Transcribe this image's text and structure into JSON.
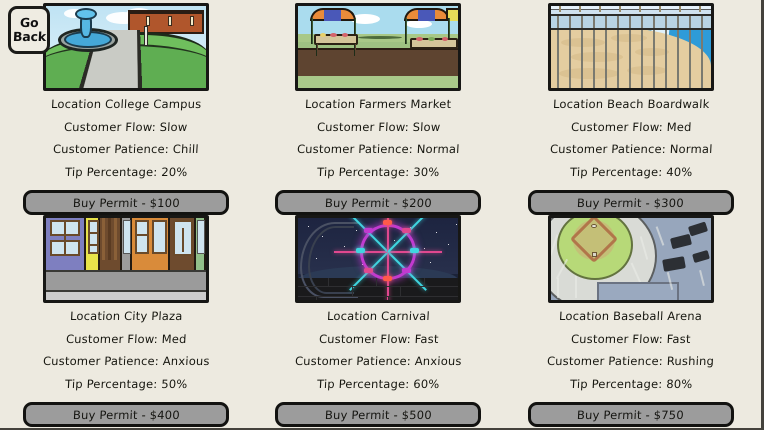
{
  "nav": {
    "back_line1": "Go",
    "back_line2": "Back"
  },
  "locations": [
    {
      "thumb": "college-campus-thumbnail",
      "name": "Location College Campus",
      "flow": "Customer Flow: Slow",
      "patience": "Customer Patience: Chill",
      "tip": "Tip Percentage: 20%",
      "buy": "Buy Permit - $100"
    },
    {
      "thumb": "farmers-market-thumbnail",
      "name": "Location Farmers Market",
      "flow": "Customer Flow: Slow",
      "patience": "Customer Patience: Normal",
      "tip": "Tip Percentage: 30%",
      "buy": "Buy Permit - $200"
    },
    {
      "thumb": "beach-boardwalk-thumbnail",
      "name": "Location Beach Boardwalk",
      "flow": "Customer Flow: Med",
      "patience": "Customer Patience: Normal",
      "tip": "Tip Percentage: 40%",
      "buy": "Buy Permit - $300"
    },
    {
      "thumb": "city-plaza-thumbnail",
      "name": "Location City Plaza",
      "flow": "Customer Flow: Med",
      "patience": "Customer Patience: Anxious",
      "tip": "Tip Percentage: 50%",
      "buy": "Buy Permit - $400"
    },
    {
      "thumb": "carnival-thumbnail",
      "name": "Location Carnival",
      "flow": "Customer Flow: Fast",
      "patience": "Customer Patience: Anxious",
      "tip": "Tip Percentage: 60%",
      "buy": "Buy Permit - $500"
    },
    {
      "thumb": "baseball-arena-thumbnail",
      "name": "Location Baseball Arena",
      "flow": "Customer Flow: Fast",
      "patience": "Customer Patience: Rushing",
      "tip": "Tip Percentage: 80%",
      "buy": "Buy Permit - $750"
    }
  ],
  "colors": {
    "background": "#EDEAE0",
    "button_fill": "#9C9C9C",
    "outline": "#121210",
    "text": "#16160F"
  }
}
